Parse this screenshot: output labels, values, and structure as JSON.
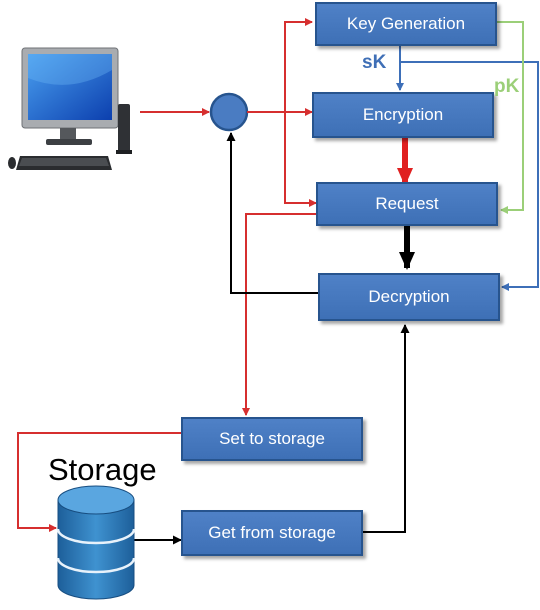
{
  "boxes": {
    "key_generation": "Key Generation",
    "encryption": "Encryption",
    "request": "Request",
    "decryption": "Decryption",
    "set_to_storage": "Set to storage",
    "get_from_storage": "Get from storage"
  },
  "labels": {
    "secret_key": "sK",
    "public_key": "pK",
    "storage": "Storage"
  },
  "colors": {
    "box_fill": "#4a7cc2",
    "box_border": "#27548e",
    "red_arrow": "#d62f2f",
    "blue_arrow": "#3d6fb8",
    "green_arrow": "#9bcf78",
    "black_arrow": "#000000",
    "sk_label": "#3f6fb6",
    "pk_label": "#9bcf78"
  },
  "icons": [
    "desktop-computer-icon",
    "junction-circle",
    "database-icon"
  ]
}
